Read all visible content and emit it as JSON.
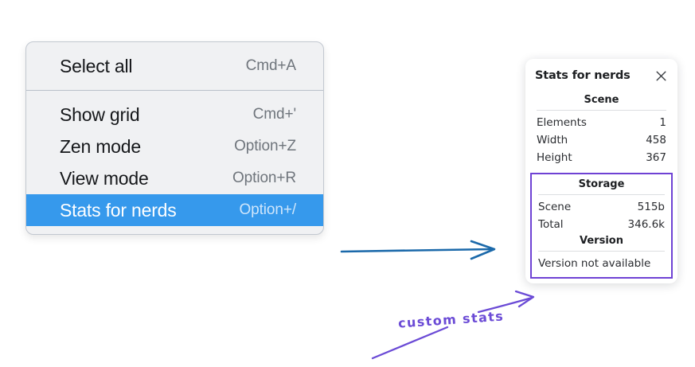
{
  "context_menu": {
    "name": "canvas-context-menu",
    "groups": [
      {
        "items": [
          {
            "label": "Select all",
            "shortcut": "Cmd+A",
            "highlighted": false
          }
        ]
      },
      {
        "items": [
          {
            "label": "Show grid",
            "shortcut": "Cmd+'",
            "highlighted": false
          },
          {
            "label": "Zen mode",
            "shortcut": "Option+Z",
            "highlighted": false
          },
          {
            "label": "View mode",
            "shortcut": "Option+R",
            "highlighted": false
          },
          {
            "label": "Stats for nerds",
            "shortcut": "Option+/",
            "highlighted": true
          }
        ]
      }
    ]
  },
  "stats_panel": {
    "title": "Stats for nerds",
    "close_icon": "close-icon",
    "sections": [
      {
        "id": "scene",
        "heading": "Scene",
        "rows": [
          {
            "label": "Elements",
            "value": "1"
          },
          {
            "label": "Width",
            "value": "458"
          },
          {
            "label": "Height",
            "value": "367"
          }
        ]
      },
      {
        "id": "storage",
        "heading": "Storage",
        "rows": [
          {
            "label": "Scene",
            "value": "515b"
          },
          {
            "label": "Total",
            "value": "346.6k"
          }
        ]
      },
      {
        "id": "version",
        "heading": "Version",
        "note": "Version not available"
      }
    ]
  },
  "annotations": {
    "label": "custom stats",
    "blue_arrow_color": "#1b69aa",
    "purple_arrow_color": "#6b4bd6",
    "highlight_box_color": "#6f42d4"
  },
  "colors": {
    "menu_background": "#f0f1f3",
    "menu_highlight": "#3699ec",
    "panel_background": "#ffffff",
    "page_background": "#ffffff"
  }
}
